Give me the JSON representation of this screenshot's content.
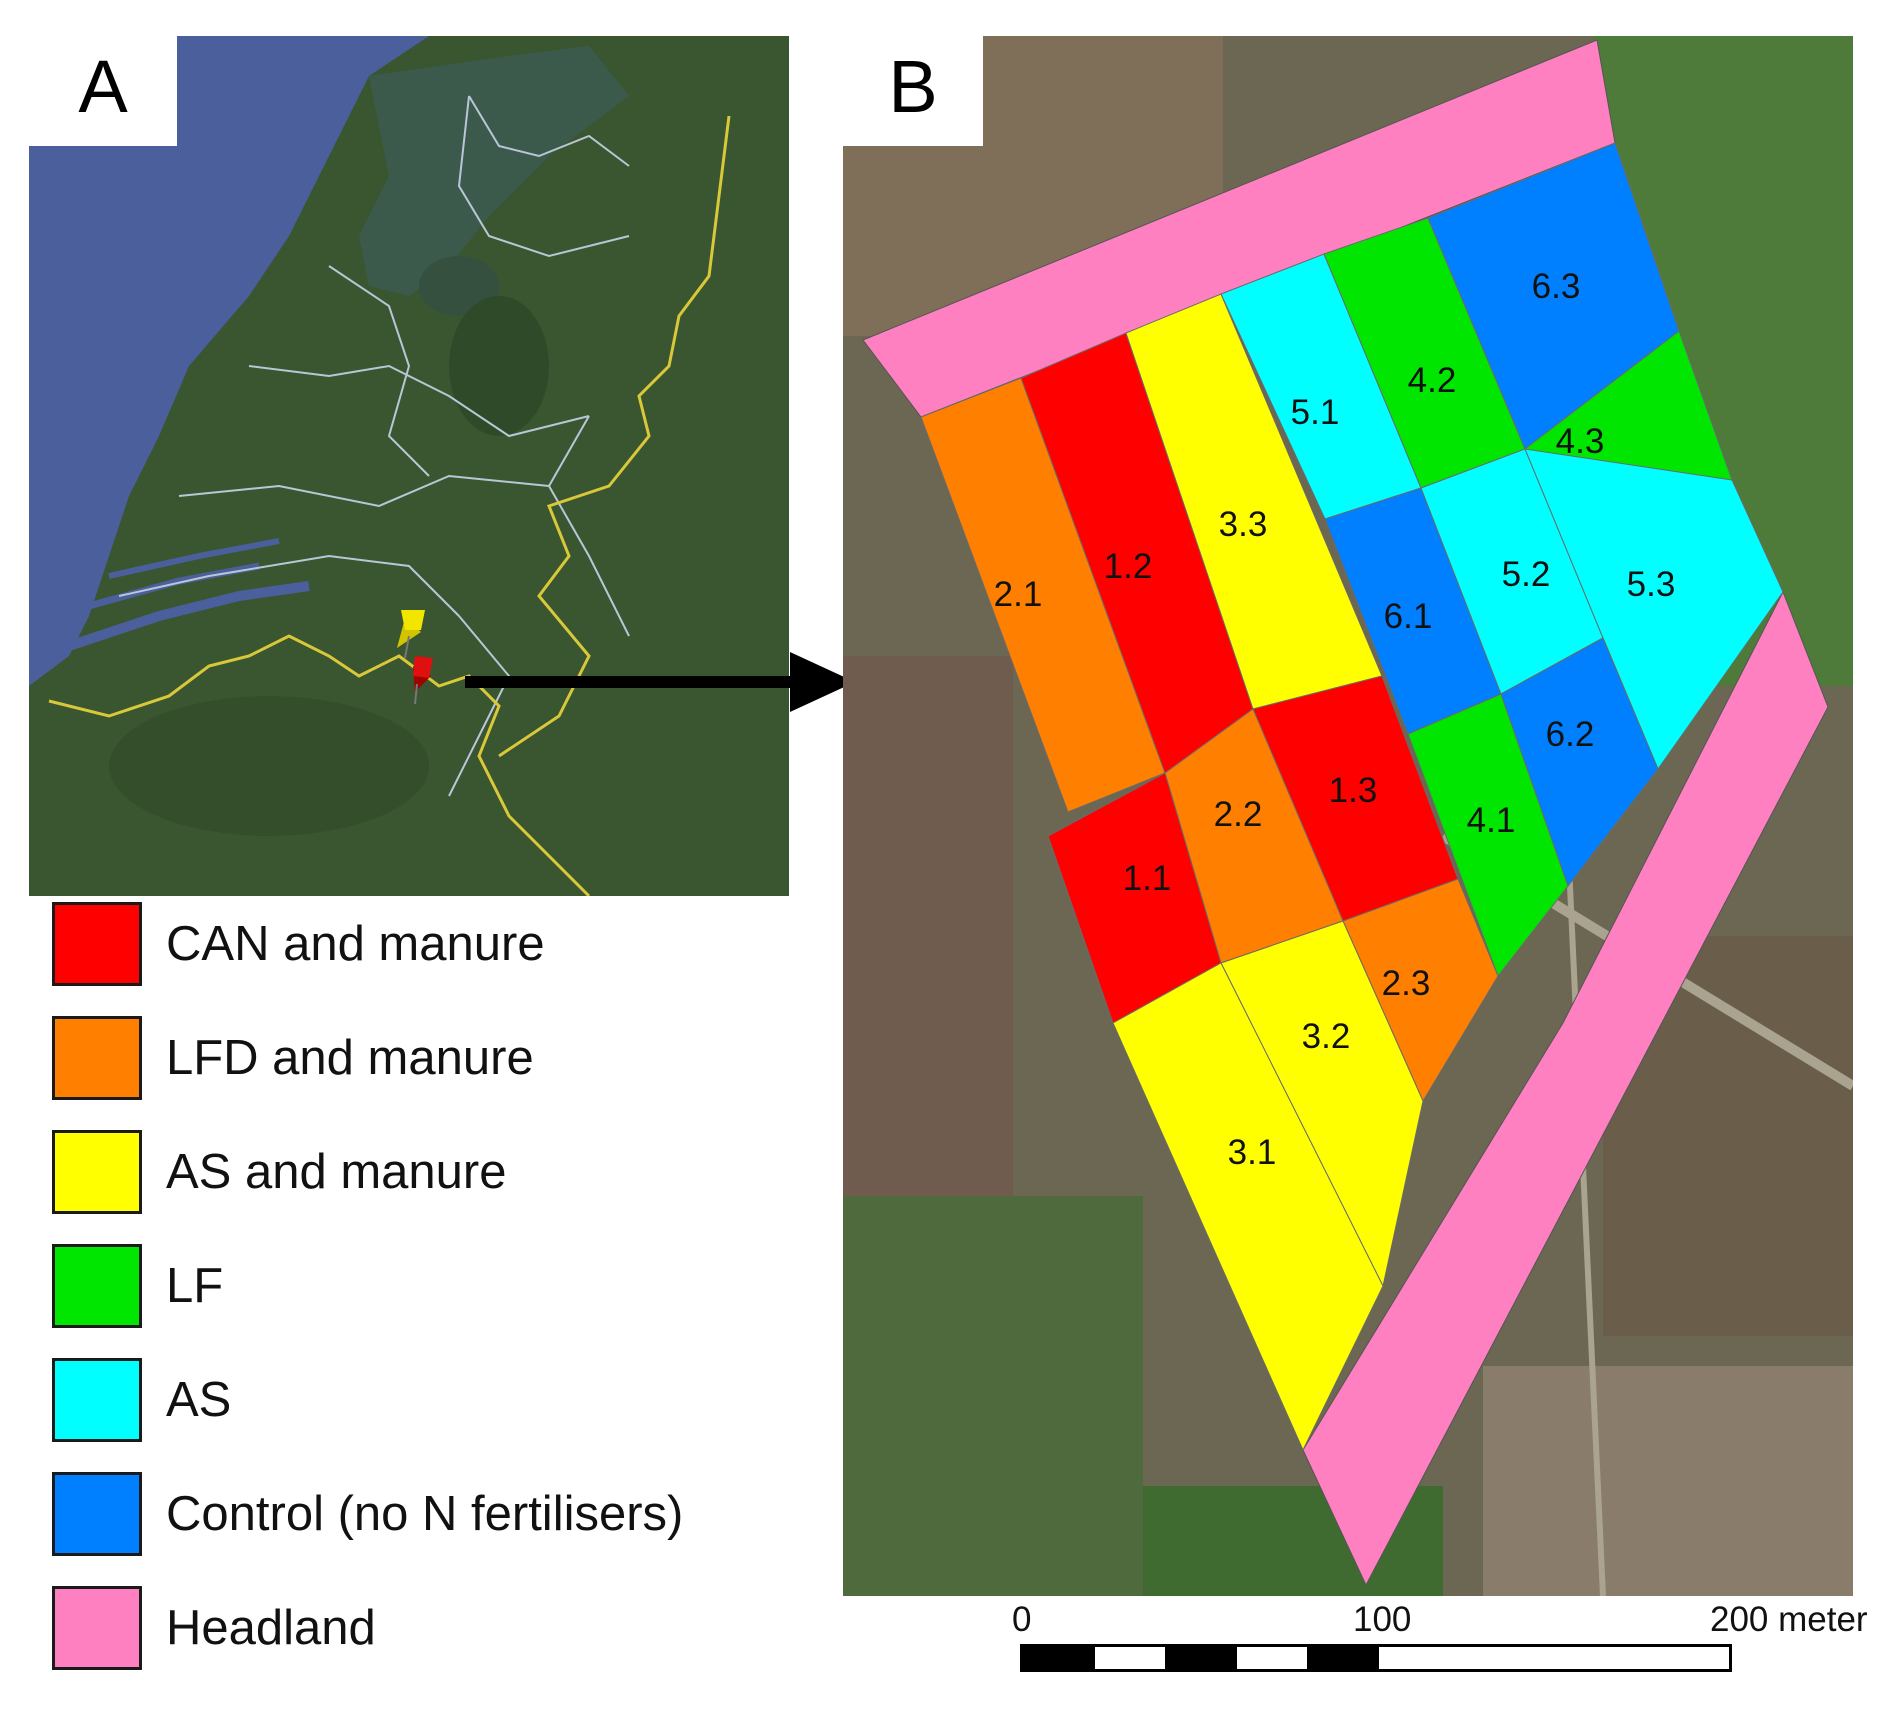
{
  "panel_a": {
    "letter": "A",
    "water_color": "#4a5f9c",
    "land_color": "#3d5a32",
    "province_border_color": "#b9c6d8",
    "national_border_color": "#d8c83a",
    "markers": [
      {
        "name": "yellow pushpin",
        "color": "#f2e600"
      },
      {
        "name": "red pushpin",
        "color": "#e01010"
      }
    ],
    "arrow": "arrow pointing from the red pushpin to panel B"
  },
  "panel_b": {
    "letter": "B",
    "plots": [
      {
        "id": "2.1",
        "treatment": "LFD and manure"
      },
      {
        "id": "1.2",
        "treatment": "CAN and manure"
      },
      {
        "id": "3.3",
        "treatment": "AS and manure"
      },
      {
        "id": "5.1",
        "treatment": "AS"
      },
      {
        "id": "4.2",
        "treatment": "LF"
      },
      {
        "id": "6.3",
        "treatment": "Control (no N fertilisers)"
      },
      {
        "id": "4.3",
        "treatment": "LF"
      },
      {
        "id": "6.1",
        "treatment": "Control (no N fertilisers)"
      },
      {
        "id": "5.2",
        "treatment": "AS"
      },
      {
        "id": "5.3",
        "treatment": "AS"
      },
      {
        "id": "1.3",
        "treatment": "CAN and manure"
      },
      {
        "id": "2.2",
        "treatment": "LFD and manure"
      },
      {
        "id": "1.1",
        "treatment": "CAN and manure"
      },
      {
        "id": "4.1",
        "treatment": "LF"
      },
      {
        "id": "6.2",
        "treatment": "Control (no N fertilisers)"
      },
      {
        "id": "2.3",
        "treatment": "LFD and manure"
      },
      {
        "id": "3.2",
        "treatment": "AS and manure"
      },
      {
        "id": "3.1",
        "treatment": "AS and manure"
      }
    ]
  },
  "legend": [
    {
      "label": "CAN and manure",
      "color": "#ff0000"
    },
    {
      "label": "LFD and manure",
      "color": "#ff8000"
    },
    {
      "label": "AS and manure",
      "color": "#ffff00"
    },
    {
      "label": "LF",
      "color": "#00e600"
    },
    {
      "label": "AS",
      "color": "#00ffff"
    },
    {
      "label": "Control (no N fertilisers)",
      "color": "#0080ff"
    },
    {
      "label": "Headland",
      "color": "#ff80c0"
    }
  ],
  "scale_bar": {
    "ticks": [
      "0",
      "100",
      "200 meter"
    ]
  }
}
